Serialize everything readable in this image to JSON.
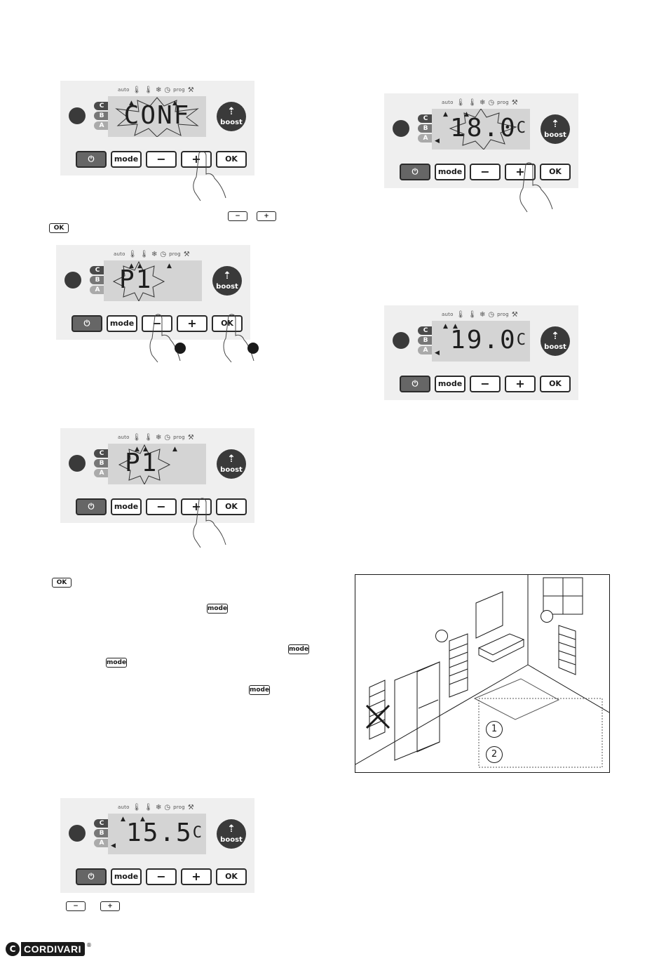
{
  "panel_labels": {
    "modes": [
      "C",
      "B",
      "A"
    ],
    "icons": {
      "auto": "auto",
      "prog": "prog"
    },
    "boost": "boost",
    "buttons": {
      "mode": "mode",
      "minus": "−",
      "plus": "+",
      "ok": "OK"
    }
  },
  "panels": [
    {
      "id": "conf",
      "display": "CONF",
      "display_suffix": ""
    },
    {
      "id": "p1-select",
      "display": "P1",
      "display_suffix": ""
    },
    {
      "id": "p1-confirm",
      "display": "P1",
      "display_suffix": ""
    },
    {
      "id": "temp-155",
      "display": "15.5",
      "display_suffix": "C"
    },
    {
      "id": "temp-180",
      "display": "18.0",
      "display_suffix": "C"
    },
    {
      "id": "temp-190",
      "display": "19.0",
      "display_suffix": "C"
    }
  ],
  "inline_buttons": {
    "minus": "−",
    "plus": "+",
    "ok": "OK",
    "mode": "mode"
  },
  "room_diagram": {
    "zone_labels": [
      "1",
      "2"
    ]
  },
  "brand": {
    "name": "CORDIVARI",
    "reg": "®"
  }
}
